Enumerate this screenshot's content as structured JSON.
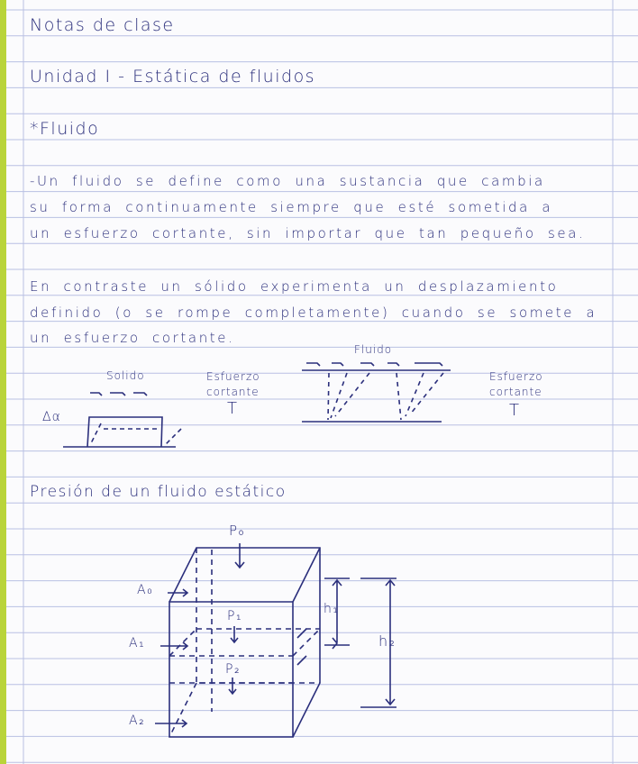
{
  "title": "Notas de clase",
  "unit": "Unidad I - Estática de fluidos",
  "section": "*Fluido",
  "definition": [
    "-Un fluido se define como una sustancia que cambia",
    "su forma continuamente siempre que esté sometida a",
    "un esfuerzo cortante, sin importar que tan pequeño sea."
  ],
  "contrast": [
    "En contraste un sólido experimenta un desplazamiento",
    "definido (o se rompe completamente) cuando se somete a",
    "un esfuerzo cortante."
  ],
  "diagram_solid": {
    "label": "Solido",
    "angle": "Δα",
    "stress": [
      "Esfuerzo",
      "cortante"
    ],
    "symbol": "T"
  },
  "diagram_fluid": {
    "label": "Fluido",
    "stress": [
      "Esfuerzo",
      "cortante"
    ],
    "symbol": "T"
  },
  "pressure_heading": "Presión de un fluido estático",
  "cube": {
    "p0": "P₀",
    "p1": "P₁",
    "p2": "P₂",
    "a0": "A₀",
    "a1": "A₁",
    "a2": "A₂",
    "h1": "h₁",
    "h2": "h₂"
  },
  "colors": {
    "ink": "#2b2f7c",
    "rule": "#b9c0e3",
    "edge": "#b9d43a"
  }
}
